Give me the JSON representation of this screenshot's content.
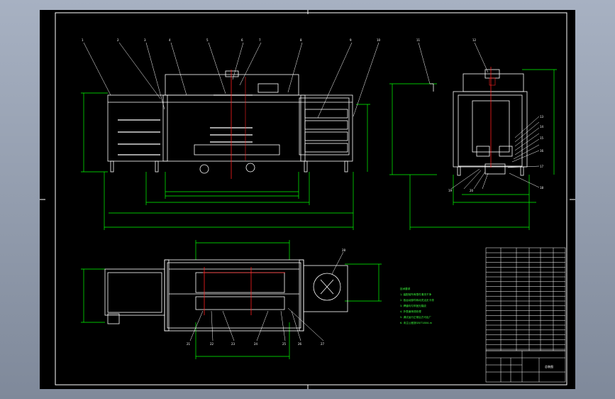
{
  "drawing": {
    "balloons_front": [
      "1",
      "2",
      "3",
      "4",
      "5",
      "6",
      "7",
      "8",
      "9",
      "10"
    ],
    "balloons_side": [
      "11",
      "12",
      "13",
      "14",
      "15",
      "16",
      "17",
      "18",
      "19",
      "20"
    ],
    "balloons_plan": [
      "21",
      "22",
      "23",
      "24",
      "25",
      "26",
      "27",
      "28"
    ],
    "notes": [
      "技术要求",
      "1. 装配前所有零件清洗干净",
      "2. 各运动部件转动灵活无卡滞",
      "3. 焊缝均匀牢固无裂纹",
      "4. 外表面喷漆处理",
      "5. 调试运行正常后方可出厂",
      "6. 未注公差按GB/T1804-m"
    ],
    "title_block": {
      "name": "总装图"
    }
  },
  "colors": {
    "frame": "#ffffff",
    "dimension": "#00ff00",
    "centerline": "#ff2020",
    "part": "#ffffff",
    "note": "#3cff3c"
  }
}
